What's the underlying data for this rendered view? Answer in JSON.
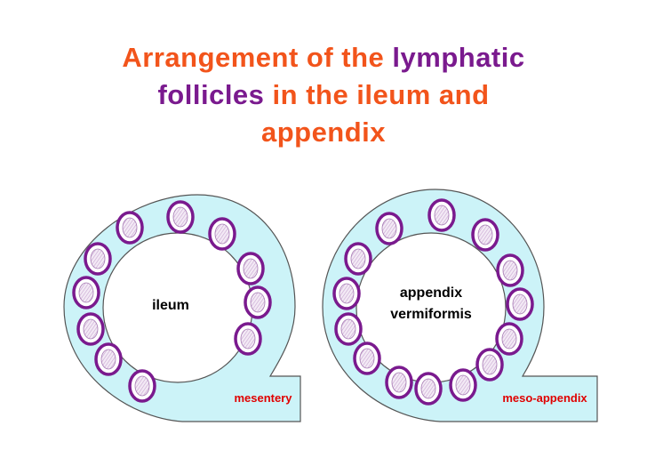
{
  "title": {
    "part1": "Arrangement of the ",
    "part2": "lymphatic",
    "part3": "follicles",
    "part4": " in the ileum and",
    "part5": "appendix"
  },
  "colors": {
    "orange": "#f2541b",
    "purple": "#7a1a8e",
    "wall_fill": "#ccf3f8",
    "follicle_fill": "#f3eaf5",
    "label_red": "#e00000"
  },
  "diagrams": {
    "ileum": {
      "center_label": "ileum",
      "attachment_label": "mesentery"
    },
    "appendix": {
      "center_label_line1": "appendix",
      "center_label_line2": "vermiformis",
      "attachment_label": "meso-appendix"
    }
  }
}
